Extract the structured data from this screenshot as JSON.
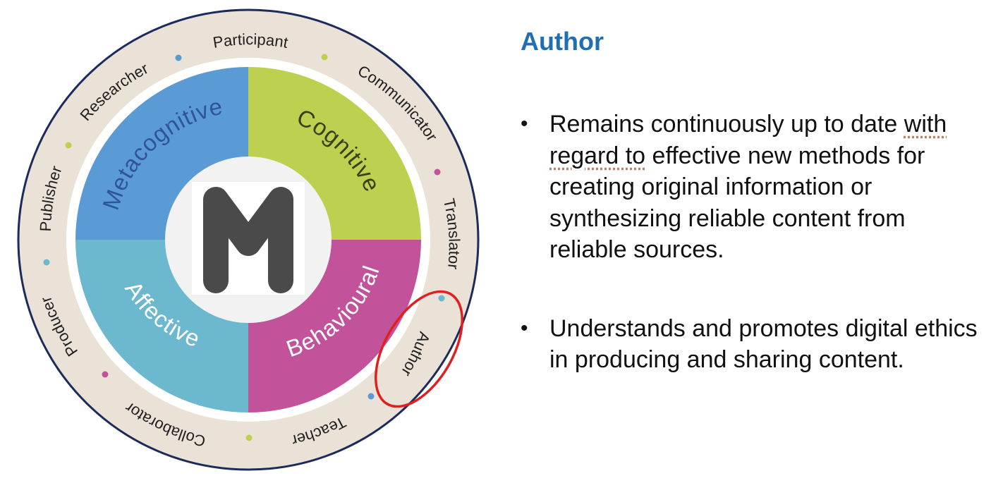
{
  "diagram": {
    "center_letter": "M",
    "quadrants": [
      {
        "key": "metacognitive",
        "label": "Metacognitive",
        "color": "#5b9bd5",
        "text_color": "#2f5597"
      },
      {
        "key": "cognitive",
        "label": "Cognitive",
        "color": "#bdd04f",
        "text_color": "#3d3d1a"
      },
      {
        "key": "affective",
        "label": "Affective",
        "color": "#6cb8cf",
        "text_color": "#ffffff"
      },
      {
        "key": "behavioural",
        "label": "Behavioural",
        "color": "#c2539a",
        "text_color": "#ffffff"
      }
    ],
    "roles": [
      "Participant",
      "Communicator",
      "Translator",
      "Author",
      "Teacher",
      "Collaborator",
      "Producer",
      "Publisher",
      "Researcher"
    ],
    "highlighted_role": "Author",
    "ring_color": "#eae2d6",
    "highlight_color": "#e02020"
  },
  "panel": {
    "title": "Author",
    "bullets": [
      {
        "lead": "Remains continuously up to date",
        "underlined": "with regard to",
        "rest": " effective new methods for creating original information or synthesizing reliable content from reliable sources."
      },
      {
        "lead": "Understands and promotes digital ethics in producing and sharing content."
      }
    ]
  }
}
